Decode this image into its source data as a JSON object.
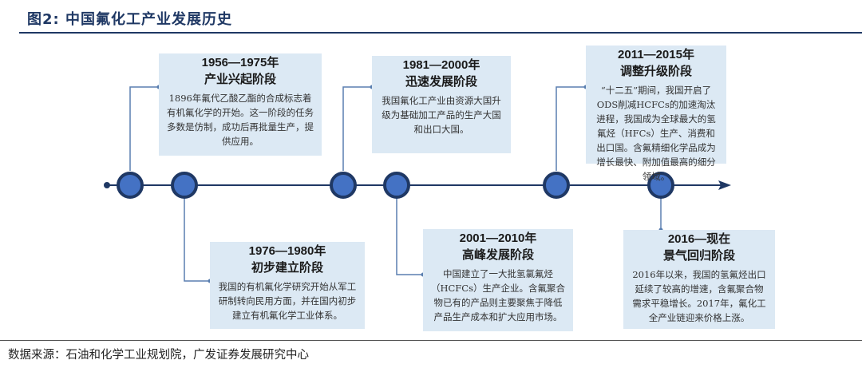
{
  "figure": {
    "title": "图2:  中国氟化工产业发展历史",
    "source": "数据来源：石油和化学工业规划院，广发证券发展研究中心"
  },
  "timeline": {
    "stages": [
      {
        "period": "1956—1975年",
        "name": "产业兴起阶段",
        "description": "1896年氟代乙酸乙酯的合成标志着有机氟化学的开始。这一阶段的任务多数是仿制，成功后再批量生产，提供应用。"
      },
      {
        "period": "1976—1980年",
        "name": "初步建立阶段",
        "description": "我国的有机氟化学研究开始从军工研制转向民用方面，并在国内初步建立有机氟化学工业体系。"
      },
      {
        "period": "1981—2000年",
        "name": "迅速发展阶段",
        "description": "我国氟化工产业由资源大国升级为基础加工产品的生产大国和出口大国。"
      },
      {
        "period": "2001—2010年",
        "name": "高峰发展阶段",
        "description": "中国建立了一大批氢氯氟烃（HCFCs）生产企业。含氟聚合物已有的产品则主要聚焦于降低产品生产成本和扩大应用市场。"
      },
      {
        "period": "2011—2015年",
        "name": "调整升级阶段",
        "description": "“十二五”期间，我国开启了ODS削减HCFCs的加速淘汰进程，我国成为全球最大的氢氟烃（HFCs）生产、消费和出口国。含氟精细化学品成为增长最快、附加值最高的细分领域。"
      },
      {
        "period": "2016—现在",
        "name": "景气回归阶段",
        "description": "2016年以来，我国的氢氟烃出口延续了较高的增速，含氟聚合物需求平稳增长。2017年，氟化工全产业链迎来价格上涨。"
      }
    ]
  },
  "colors": {
    "axis": "#1f3864",
    "node_fill": "#4472c4",
    "node_stroke": "#1f3864",
    "connector": "#5a7fb0",
    "card_bg": "#dce9f4"
  }
}
